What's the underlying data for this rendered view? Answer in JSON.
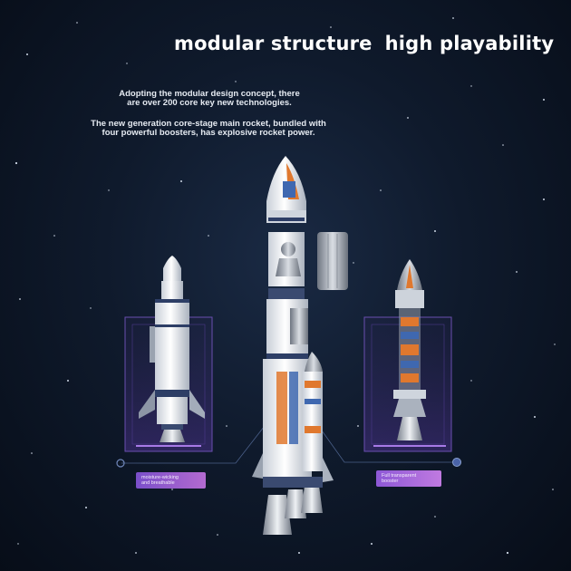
{
  "headline": {
    "part1": "modular structure",
    "part2": "high playability"
  },
  "description": {
    "line1": "Adopting the modular design concept, there",
    "line2": "are over 200 core key new technologies.",
    "line3": "The new generation core-stage main rocket, bundled with",
    "line4": "four powerful boosters, has explosive rocket power."
  },
  "labels": {
    "left_line1": "moisture-wicking",
    "left_line2": "and breathable",
    "right_line1": "Full transparent",
    "right_line2": "booster"
  },
  "colors": {
    "accent_purple": "#8a5ad6",
    "accent_orange": "#e0782e",
    "accent_blue": "#3f68b0"
  }
}
